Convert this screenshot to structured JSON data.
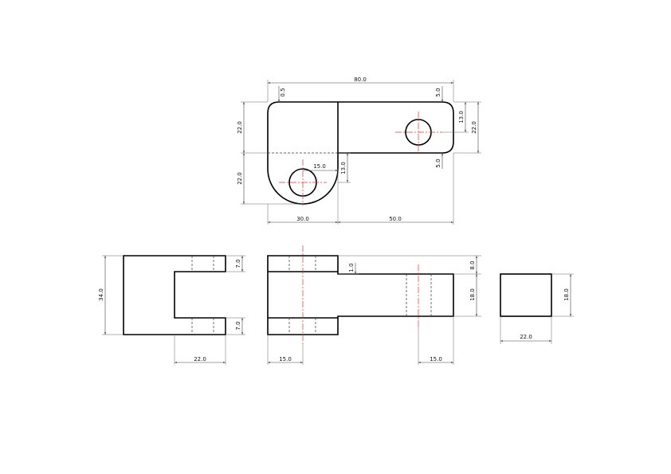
{
  "colors": {
    "outline": "#000000",
    "centerline": "#e8332a",
    "dimension": "#444444"
  },
  "top_view": {
    "overall_width": "80.0",
    "fillet_left": "0.5",
    "fillet_right": "5.0",
    "height_upper": "22.0",
    "height_lower": "22.0",
    "hole_offset_x": "15.0",
    "hole_offset_y": "13.0",
    "right_hole_offset": "13.0",
    "right_height": "22.0",
    "bottom_fillet": "5.0",
    "width_left": "30.0",
    "width_right": "50.0"
  },
  "side_view_left": {
    "height": "34.0",
    "slot_top": "7.0",
    "slot_bottom": "7.0",
    "slot_width": "22.0"
  },
  "front_view": {
    "step": "1.0",
    "top_thickness": "8.0",
    "arm_height": "18.0",
    "hole_left": "15.0",
    "hole_right": "15.0"
  },
  "end_view": {
    "height": "18.0",
    "width": "22.0"
  }
}
